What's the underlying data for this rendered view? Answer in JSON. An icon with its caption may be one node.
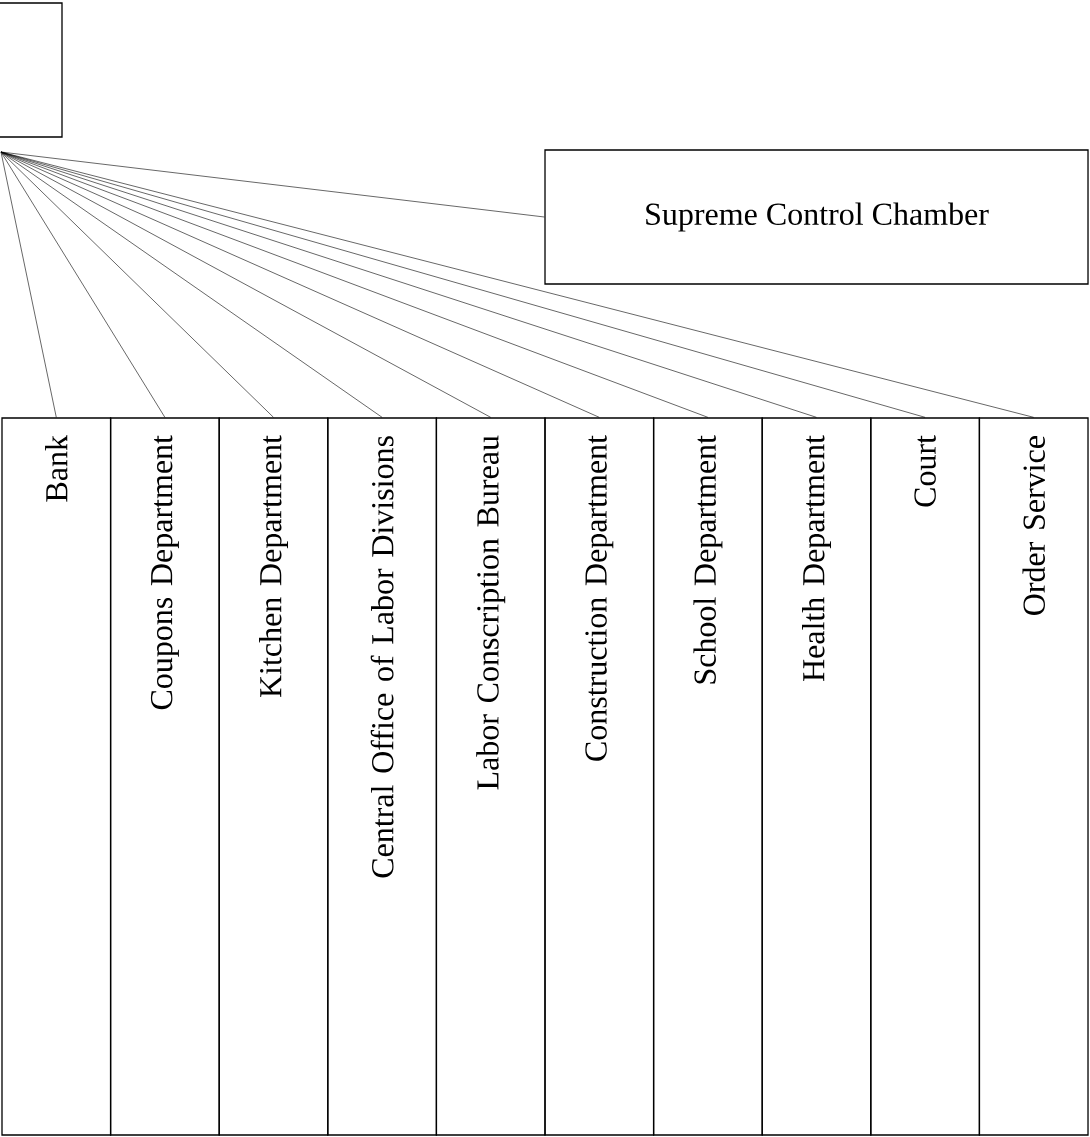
{
  "diagram": {
    "nodes": [
      {
        "text": [],
        "shape": "box"
      },
      {
        "text": [
          "Supreme Control Chamber"
        ]
      },
      {
        "text": [
          "Bank"
        ]
      },
      {
        "text": [
          "Coupons Department"
        ]
      },
      {
        "text": [
          "Kitchen Department"
        ]
      },
      {
        "text": [
          "Central Office of Labor Divisions"
        ]
      },
      {
        "text": [
          "Labor Conscription Bureau"
        ]
      },
      {
        "text": [
          "Construction Department"
        ]
      },
      {
        "text": [
          "School Department"
        ]
      },
      {
        "text": [
          "Health Department"
        ]
      },
      {
        "text": [
          "Court"
        ]
      },
      {
        "text": [
          "Order Service"
        ]
      }
    ],
    "edges": [
      {
        "from": null,
        "to": 1,
        "arrow": "none"
      },
      {
        "from": null,
        "to": 2,
        "arrow": "none"
      },
      {
        "from": null,
        "to": 3,
        "arrow": "none"
      },
      {
        "from": null,
        "to": 4,
        "arrow": "none"
      },
      {
        "from": null,
        "to": 5,
        "arrow": "none"
      },
      {
        "from": null,
        "to": 6,
        "arrow": "none"
      },
      {
        "from": null,
        "to": 7,
        "arrow": "none"
      },
      {
        "from": null,
        "to": 8,
        "arrow": "none"
      },
      {
        "from": null,
        "to": 9,
        "arrow": "none"
      },
      {
        "from": null,
        "to": 10,
        "arrow": "none"
      },
      {
        "from": null,
        "to": 11,
        "arrow": "none"
      }
    ]
  }
}
